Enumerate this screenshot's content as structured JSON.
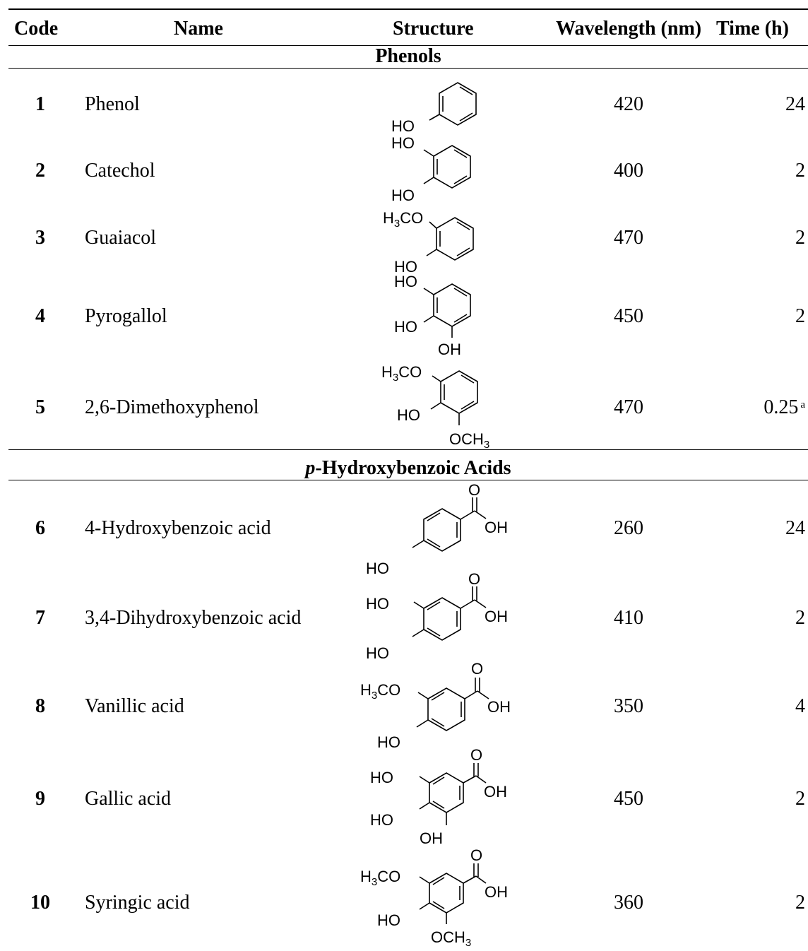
{
  "headers": {
    "code": "Code",
    "name": "Name",
    "structure": "Structure",
    "wavelength": "Wavelength (nm)",
    "time": "Time (h)"
  },
  "sections": {
    "phenols": "Phenols",
    "acids_prefix": "p",
    "acids_rest": "-Hydroxybenzoic Acids"
  },
  "rows": [
    {
      "code": "1",
      "name": "Phenol",
      "wavelength": "420",
      "time": "24"
    },
    {
      "code": "2",
      "name": "Catechol",
      "wavelength": "400",
      "time": "2"
    },
    {
      "code": "3",
      "name": "Guaiacol",
      "wavelength": "470",
      "time": "2"
    },
    {
      "code": "4",
      "name": "Pyrogallol",
      "wavelength": "450",
      "time": "2"
    },
    {
      "code": "5",
      "name": "2,6-Dimethoxyphenol",
      "wavelength": "470",
      "time": "0.25",
      "footnote": "a"
    },
    {
      "code": "6",
      "name": "4-Hydroxybenzoic acid",
      "wavelength": "260",
      "time": "24"
    },
    {
      "code": "7",
      "name": "3,4-Dihydroxybenzoic acid",
      "wavelength": "410",
      "time": "2"
    },
    {
      "code": "8",
      "name": "Vanillic acid",
      "wavelength": "350",
      "time": "4"
    },
    {
      "code": "9",
      "name": "Gallic acid",
      "wavelength": "450",
      "time": "2"
    },
    {
      "code": "10",
      "name": "Syringic acid",
      "wavelength": "360",
      "time": "2"
    }
  ],
  "atoms": {
    "ho": "HO",
    "oh": "OH",
    "o": "O",
    "h3co_h": "H",
    "h3co_3": "3",
    "h3co_co": "CO",
    "och3_oc": "OCH",
    "och3_3": "3"
  }
}
